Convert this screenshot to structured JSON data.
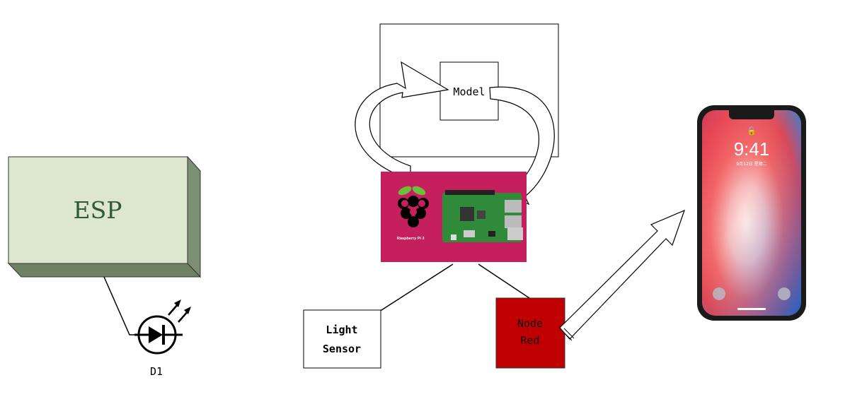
{
  "esp": {
    "label": "ESP",
    "face_color": "#dde6cf",
    "side_color": "#7d8f72"
  },
  "led": {
    "ref": "D1"
  },
  "model": {
    "label": "Model"
  },
  "raspberry_pi": {
    "bg_color": "#c51f5d",
    "caption": "Raspberry Pi 3"
  },
  "light_sensor": {
    "line1": "Light",
    "line2": "Sensor"
  },
  "node_red": {
    "line1": "Node",
    "line2": "Red",
    "fill": "#c00000"
  },
  "phone": {
    "time": "9:41",
    "date": "9月12日 星期二"
  }
}
